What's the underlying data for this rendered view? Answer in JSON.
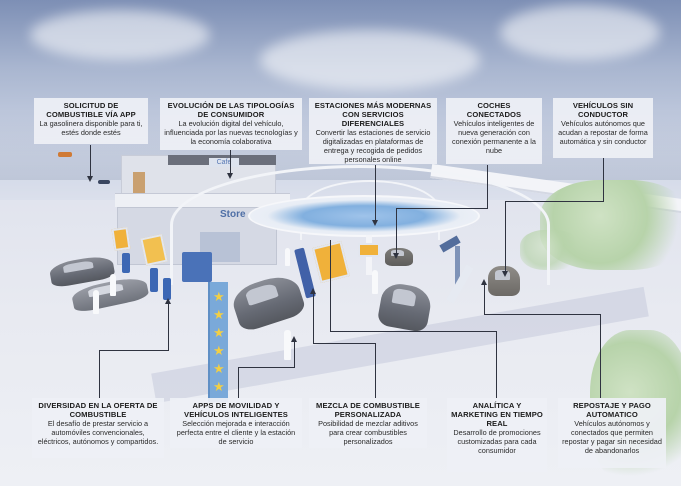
{
  "scene": {
    "description": "Estación de servicio del futuro",
    "signs": {
      "cafe": "Cafe",
      "store": "Store"
    },
    "colors": {
      "sky_top": "#7d8fb5",
      "ground": "#e8eaf1",
      "canopy_glass": "#82b0df",
      "pump_blue": "#3c67b4",
      "sign_yellow": "#f0b13a",
      "star_tower": "#7aa9d9",
      "star": "#f2cf45",
      "callout_bg": "#eef0f5",
      "connector": "#2f3340"
    }
  },
  "callouts_top": [
    {
      "id": "solicitud",
      "title": "SOLICITUD DE COMBUSTIBLE VÍA APP",
      "description": "La gasolinera disponible para ti, estés donde estés"
    },
    {
      "id": "evolucion",
      "title": "EVOLUCIÓN DE LAS TIPOLOGÍAS DE CONSUMIDOR",
      "description": "La evolución digital del vehículo, influenciada por las nuevas tecnologías y la economía colaborativa"
    },
    {
      "id": "estaciones",
      "title": "ESTACIONES MÁS MODERNAS CON SERVICIOS DIFERENCIALES",
      "description": "Convertir las estaciones de servicio digitalizadas en plataformas de entrega y recogida de pedidos personales online"
    },
    {
      "id": "coches",
      "title": "COCHES CONECTADOS",
      "description": "Vehículos inteligentes de nueva generación con conexión permanente a la nube"
    },
    {
      "id": "sin-conductor",
      "title": "VEHÍCULOS SIN CONDUCTOR",
      "description": "Vehículos autónomos que acudan a repostar de forma automática y sin conductor"
    }
  ],
  "callouts_bottom": [
    {
      "id": "diversidad",
      "title": "DIVERSIDAD EN LA OFERTA DE COMBUSTIBLE",
      "description": "El desafío de prestar servicio a automóviles convencionales, eléctricos, autónomos y compartidos."
    },
    {
      "id": "apps",
      "title": "APPS DE MOVILIDAD Y VEHÍCULOS INTELIGENTES",
      "description": "Selección mejorada e interacción perfecta entre el cliente y la estación de servicio"
    },
    {
      "id": "mezcla",
      "title": "MEZCLA DE COMBUSTIBLE PERSONALIZADA",
      "description": "Posibilidad de mezclar aditivos para crear combustibles personalizados"
    },
    {
      "id": "analitica",
      "title": "ANALÍTICA Y MARKETING EN TIEMPO REAL",
      "description": "Desarrollo de promociones customizadas para cada consumidor"
    },
    {
      "id": "repostaje",
      "title": "REPOSTAJE Y PAGO AUTOMATICO",
      "description": "Vehículos autónomos y conectados que permiten repostar y pagar sin necesidad de abandonarlos"
    }
  ]
}
